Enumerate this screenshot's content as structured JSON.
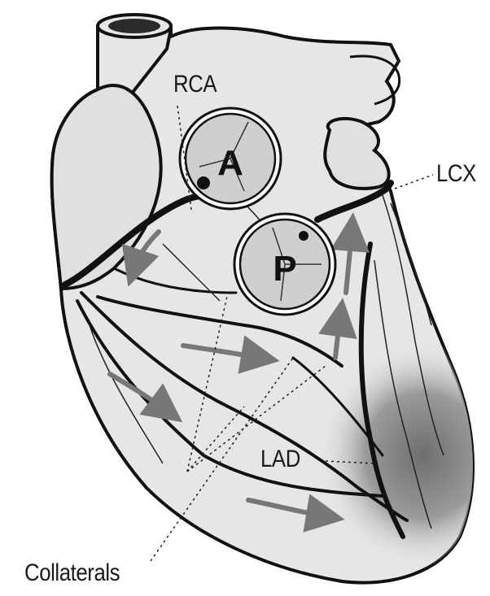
{
  "diagram": {
    "labels": {
      "rca": "RCA",
      "lcx": "LCX",
      "lad": "LAD",
      "collaterals": "Collaterals",
      "aortic_valve": "A",
      "pulmonary_valve": "P"
    },
    "colors": {
      "heart_fill": "#e6e6e6",
      "outline": "#111111",
      "shade": "#7a7a7a",
      "arrow": "#777777"
    }
  }
}
